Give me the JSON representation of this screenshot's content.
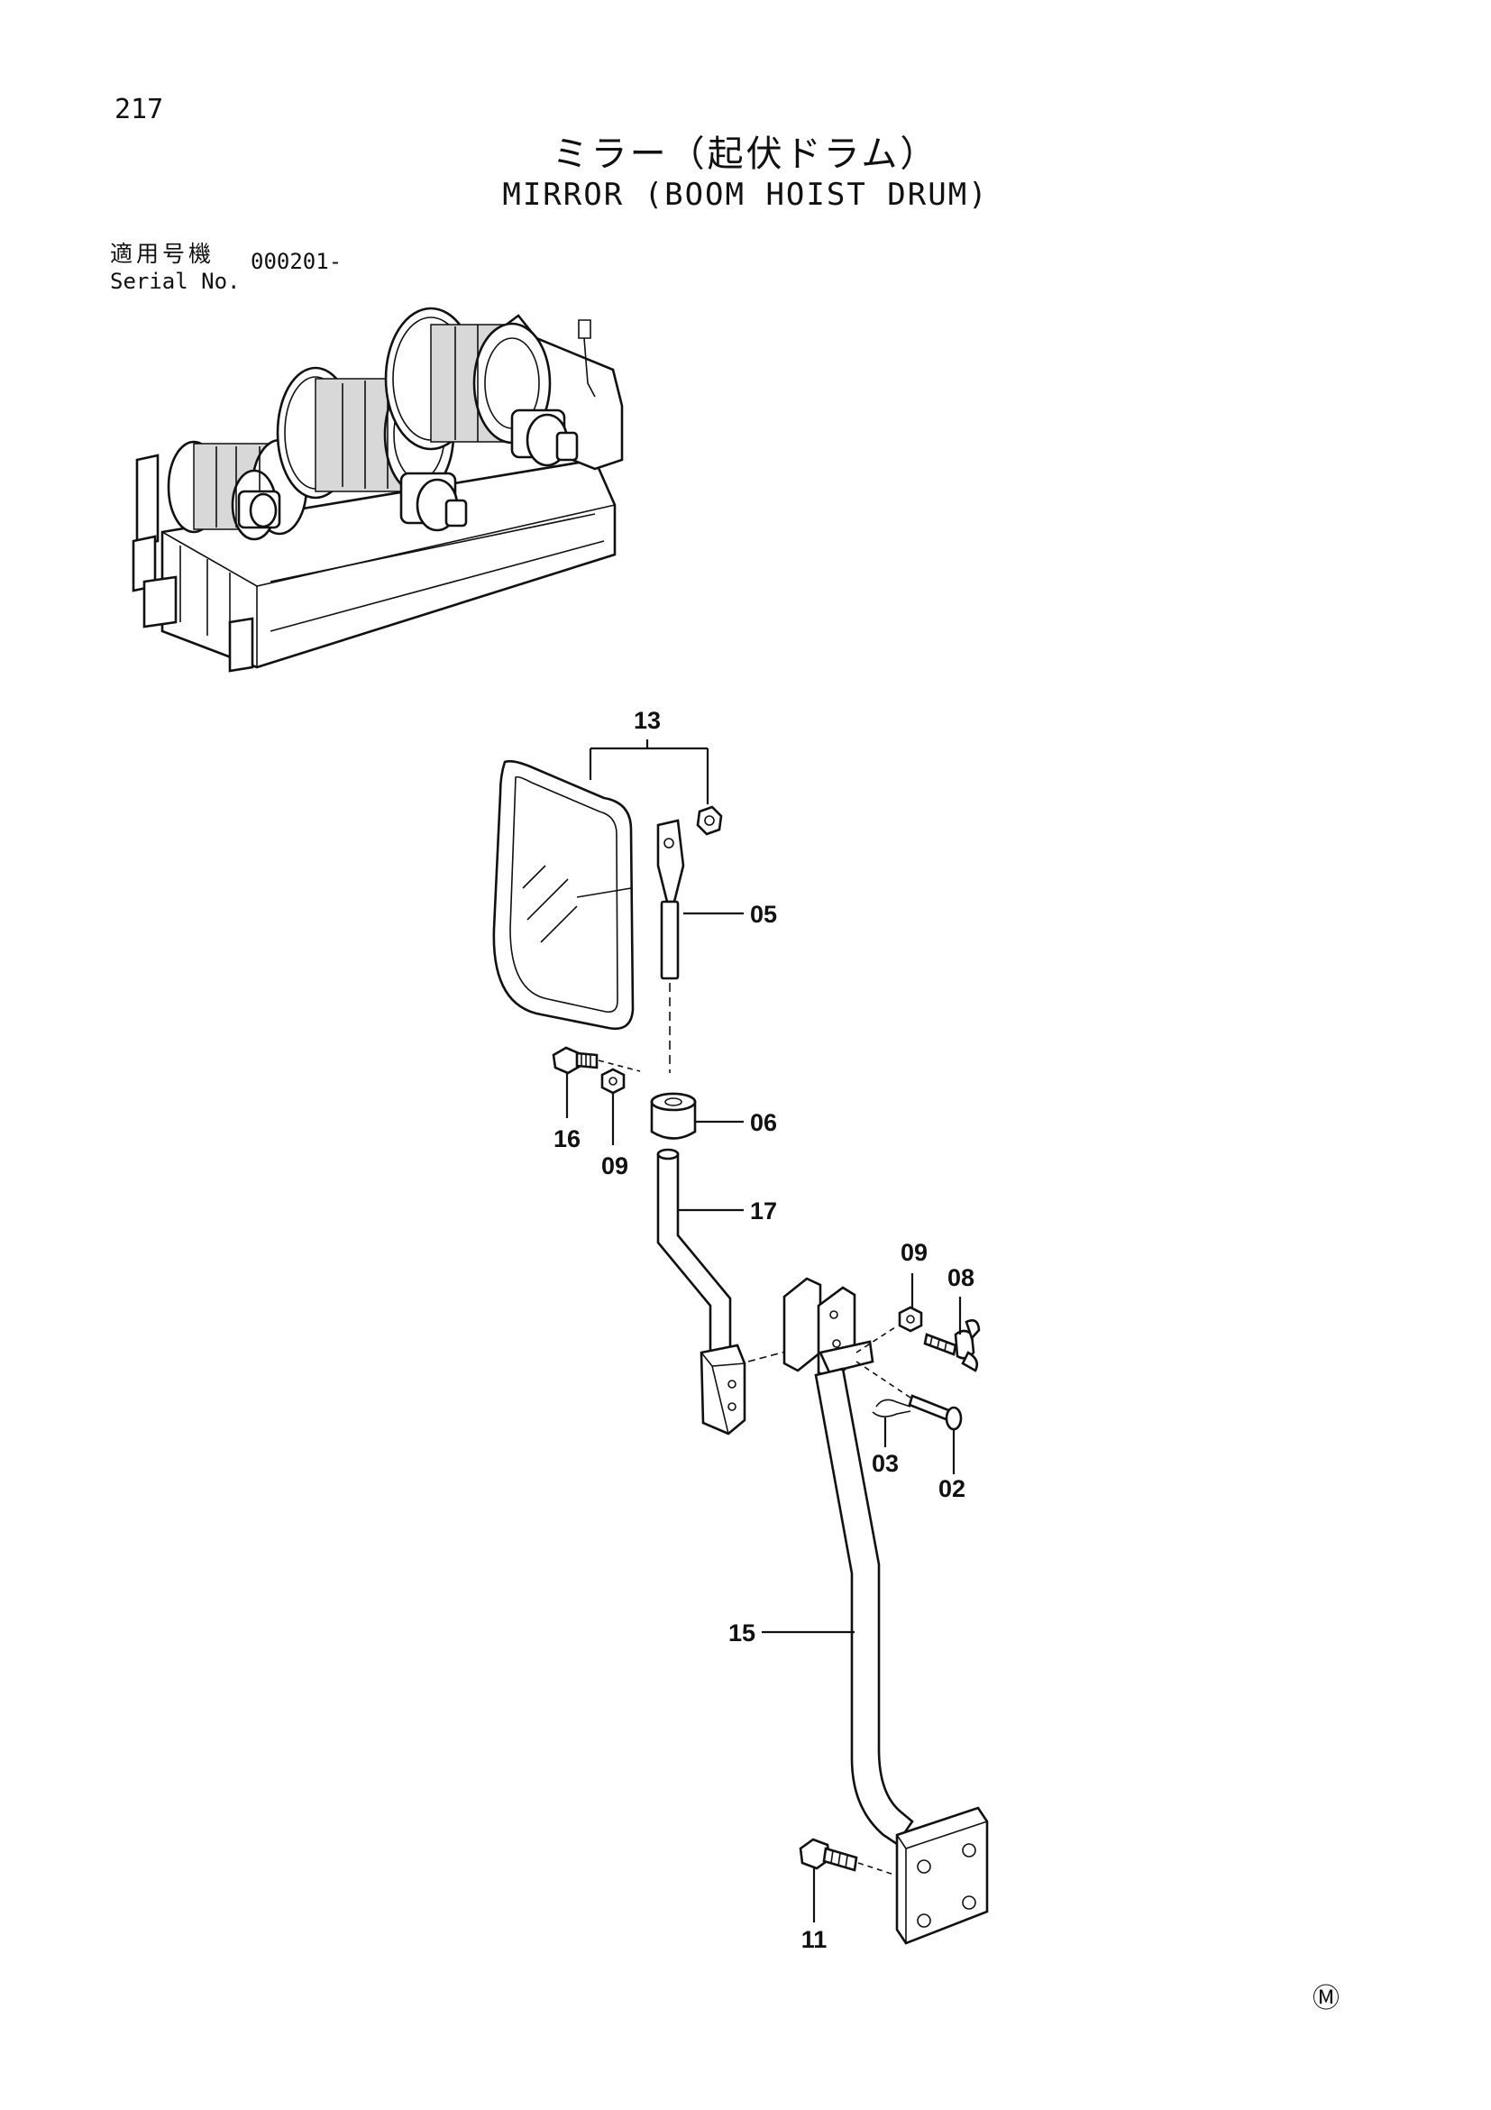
{
  "page": {
    "number": "217",
    "title_ja": "ミラー（起伏ドラム）",
    "title_en": "MIRROR (BOOM HOIST DRUM)",
    "serial_label_ja": "適用号機",
    "serial_label_en": "Serial No.",
    "serial_value": "000201-",
    "mark": "Ⓜ"
  },
  "callouts": {
    "c13": "13",
    "c05": "05",
    "c06": "06",
    "c16": "16",
    "c09a": "09",
    "c17": "17",
    "c09b": "09",
    "c08": "08",
    "c03": "03",
    "c02": "02",
    "c15": "15",
    "c11": "11"
  }
}
